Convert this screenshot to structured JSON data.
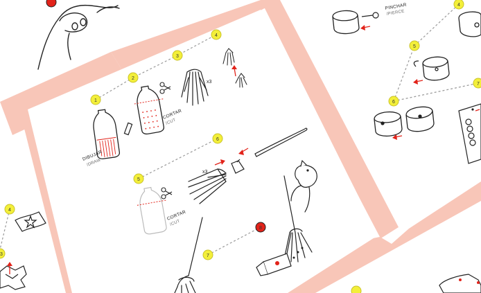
{
  "colors": {
    "band": "#f8c6b8",
    "sheet": "#ffffff",
    "ink": "#222222",
    "accent": "#e2231a",
    "badge_fill": "#f3ef3a",
    "badge_stroke": "#c9c22a",
    "dash": "#9a9a9a"
  },
  "icons": [
    "bottle-icon",
    "scissors-icon",
    "broom-icon",
    "tassel-icon",
    "bracelet-icon",
    "pin-icon",
    "arrow-icon",
    "cat-icon"
  ],
  "center_sheet": {
    "steps": [
      {
        "n": "1",
        "color": "yellow"
      },
      {
        "n": "2",
        "color": "yellow"
      },
      {
        "n": "3",
        "color": "yellow"
      },
      {
        "n": "4",
        "color": "yellow"
      },
      {
        "n": "5",
        "color": "yellow"
      },
      {
        "n": "6",
        "color": "yellow"
      },
      {
        "n": "7",
        "color": "yellow"
      },
      {
        "n": "8",
        "color": "red"
      }
    ],
    "labels": {
      "draw": "DIBUJAR",
      "draw_en": "/DRAW",
      "cut1": "CORTAR",
      "cut1_en": "/CUT",
      "cut2": "CORTAR",
      "cut2_en": "/CUT",
      "x3_a": "x3",
      "x3_b": "x3"
    }
  },
  "right_sheet": {
    "steps": [
      {
        "n": "4"
      },
      {
        "n": "5"
      },
      {
        "n": "6"
      },
      {
        "n": "7"
      }
    ],
    "labels": {
      "pierce": "PINCHAR",
      "pierce_en": "/PIERCE"
    }
  },
  "left_sheet": {
    "steps": [
      {
        "n": "4"
      },
      {
        "n": "3"
      }
    ]
  }
}
